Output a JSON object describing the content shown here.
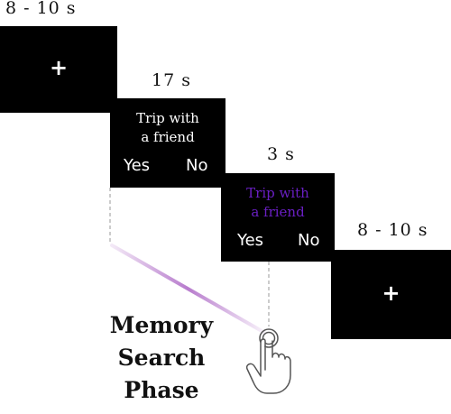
{
  "timeline": [
    {
      "duration": "8 - 10 s",
      "type": "fixation",
      "symbol": "+"
    },
    {
      "duration": "17 s",
      "type": "cue",
      "cue_lines": [
        "Trip with",
        "a friend"
      ],
      "cue_color": "#ffffff",
      "responses": [
        "Yes",
        "No"
      ]
    },
    {
      "duration": "3 s",
      "type": "cue",
      "cue_lines": [
        "Trip with",
        "a friend"
      ],
      "cue_color": "#6a1fc4",
      "responses": [
        "Yes",
        "No"
      ]
    },
    {
      "duration": "8 - 10 s",
      "type": "fixation",
      "symbol": "+"
    }
  ],
  "phase_label": [
    "Memory",
    "Search",
    "Phase"
  ],
  "colors": {
    "screen": "#000000",
    "highlight": "#6a1fc4",
    "gradient": "#b06ec8"
  },
  "icons": [
    "touch-hand-icon"
  ]
}
